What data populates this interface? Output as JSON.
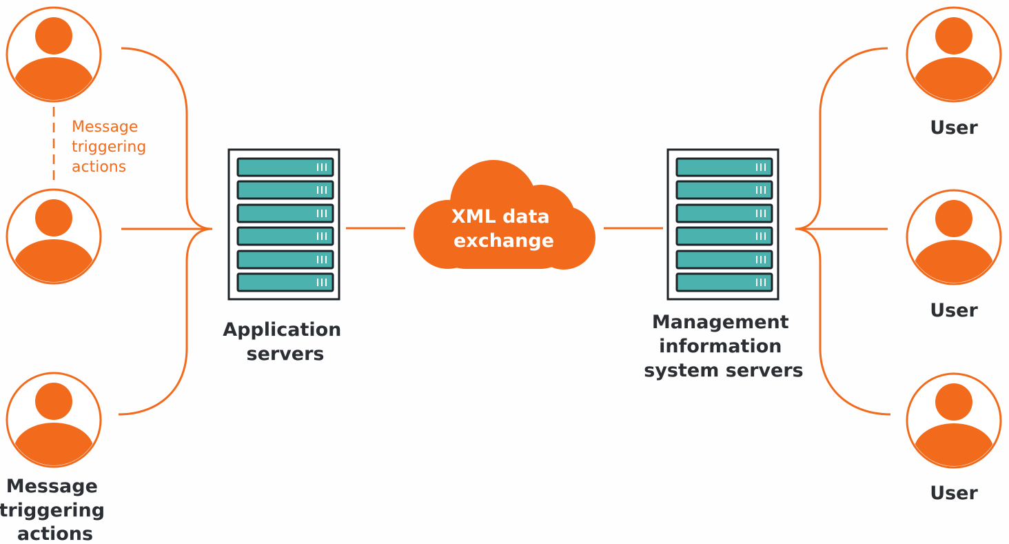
{
  "colors": {
    "accent": "#f26a1b",
    "server_slot": "#4bb2ad",
    "text_dark": "#2b2f33",
    "background": "#fefefe"
  },
  "left_group": {
    "side_note": [
      "Message",
      "triggering",
      "actions"
    ],
    "caption": [
      "Message",
      "triggering",
      "actions"
    ]
  },
  "application_servers": {
    "label": [
      "Application",
      "servers"
    ]
  },
  "cloud": {
    "label": [
      "XML data",
      "exchange"
    ]
  },
  "mis_servers": {
    "label": [
      "Management",
      "information",
      "system servers"
    ]
  },
  "users": [
    {
      "label": "User"
    },
    {
      "label": "User"
    },
    {
      "label": "User"
    }
  ]
}
